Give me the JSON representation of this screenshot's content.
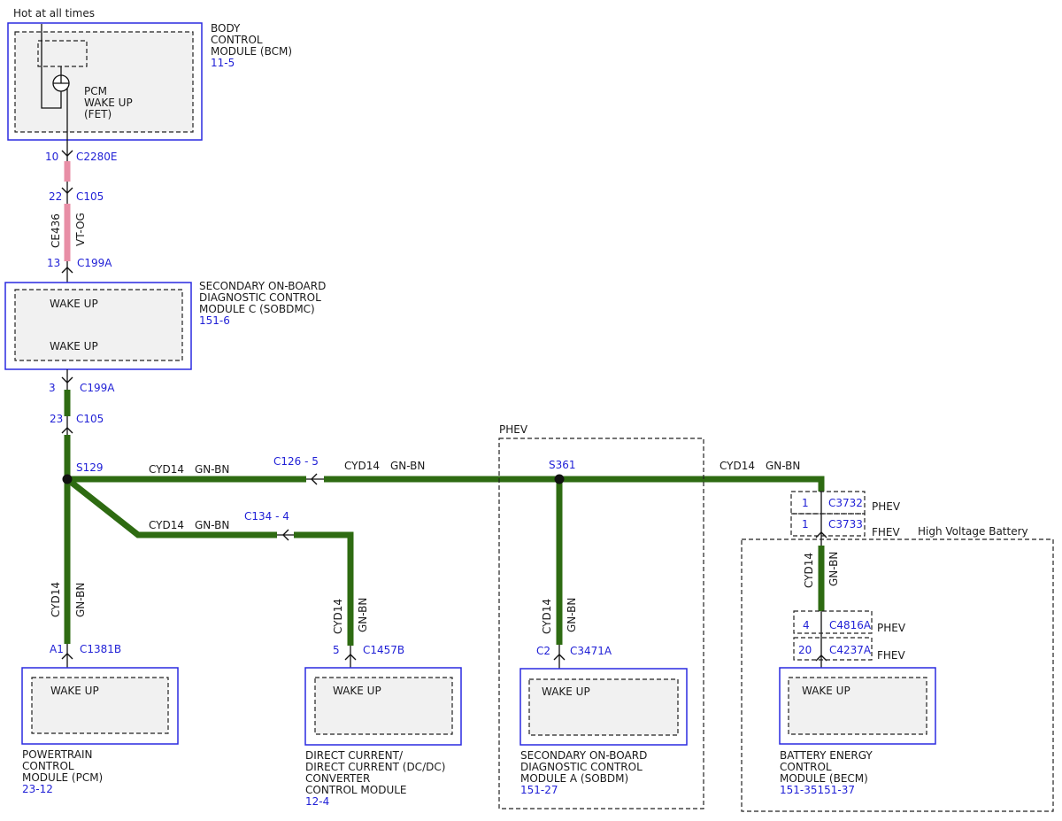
{
  "power_note": "Hot at all times",
  "bcm": {
    "name_lines": [
      "BODY",
      "CONTROL",
      "MODULE (BCM)"
    ],
    "ref": "11-5",
    "internal_lines": [
      "PCM",
      "WAKE UP",
      "(FET)"
    ]
  },
  "connectors": {
    "c2280e_pin": "10",
    "c2280e": "C2280E",
    "c105_top_pin": "22",
    "c105_top": "C105",
    "c199a_top_pin": "13",
    "c199a_top": "C199A",
    "c199a_bot_pin": "3",
    "c199a_bot": "C199A",
    "c105_bot_pin": "23",
    "c105_bot": "C105",
    "c1381b_pin": "A1",
    "c1381b": "C1381B",
    "c1457b_pin": "5",
    "c1457b": "C1457B",
    "c3471a_pin": "C2",
    "c3471a": "C3471A",
    "c3732_pin": "1",
    "c3732": "C3732",
    "c3733_pin": "1",
    "c3733": "C3733",
    "c4816a_pin": "4",
    "c4816a": "C4816A",
    "c4237a_pin": "20",
    "c4237a": "C4237A",
    "c126": "C126 -  5",
    "c134": "C134 -  4"
  },
  "circuits": {
    "top_circuit": "CE436",
    "top_color": "VT-OG",
    "main_circuit": "CYD14",
    "main_color": "GN-BN"
  },
  "splices": {
    "s129": "S129",
    "s361": "S361"
  },
  "sobdmc": {
    "name_lines": [
      "SECONDARY ON-BOARD",
      "DIAGNOSTIC CONTROL",
      "MODULE C (SOBDMC)"
    ],
    "ref": "151-6",
    "wake1": "WAKE UP",
    "wake2": "WAKE UP"
  },
  "pcm": {
    "name_lines": [
      "POWERTRAIN",
      "CONTROL",
      "MODULE (PCM)"
    ],
    "ref": "23-12",
    "wake": "WAKE UP"
  },
  "dcdc": {
    "name_lines": [
      "DIRECT CURRENT/",
      "DIRECT CURRENT (DC/DC)",
      "CONVERTER",
      "CONTROL MODULE"
    ],
    "ref": "12-4",
    "wake": "WAKE UP"
  },
  "sobdm": {
    "name_lines": [
      "SECONDARY ON-BOARD",
      "DIAGNOSTIC CONTROL",
      "MODULE A (SOBDM)"
    ],
    "ref": "151-27",
    "wake": "WAKE UP"
  },
  "becm": {
    "name_lines": [
      "BATTERY ENERGY",
      "CONTROL",
      "MODULE (BECM)"
    ],
    "ref": "151-35151-37",
    "wake": "WAKE UP"
  },
  "variants": {
    "phev": "PHEV",
    "fhev": "FHEV",
    "hv_battery": "High Voltage Battery"
  },
  "colors": {
    "wire_green": "#2e6b12",
    "wire_pink": "#e88ea6",
    "module_border": "#2a2ae0",
    "ref_text": "#1f1fd6"
  }
}
